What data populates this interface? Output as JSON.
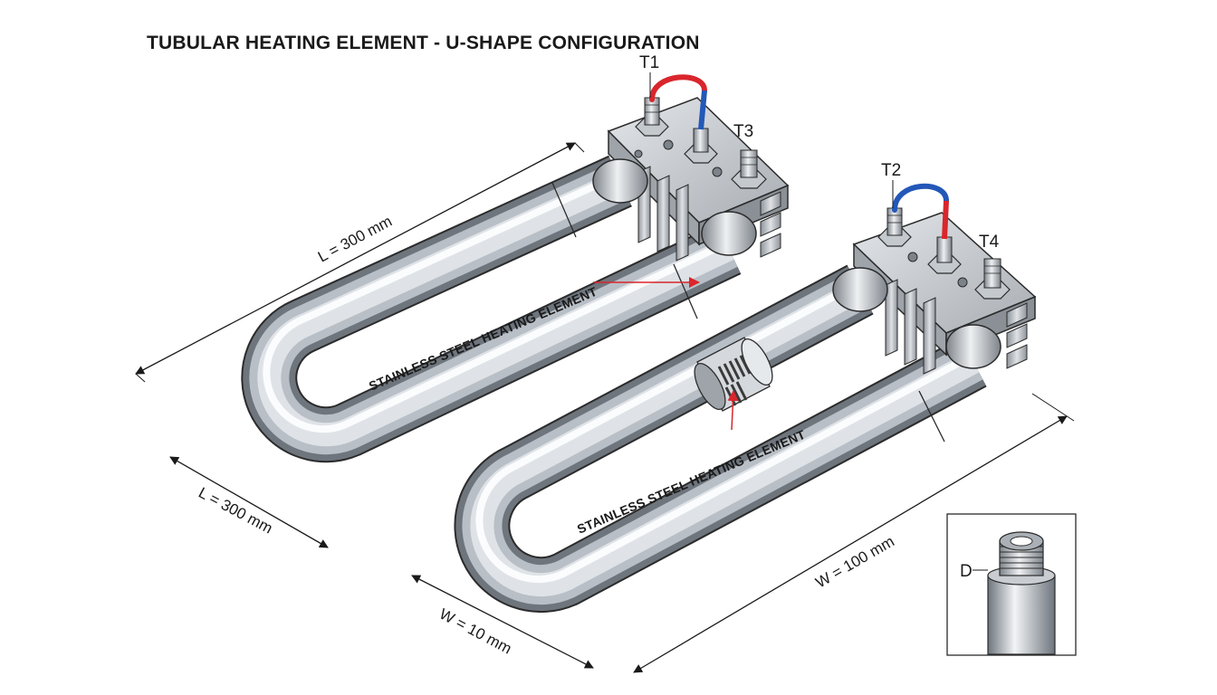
{
  "title": "TUBULAR HEATING ELEMENT - U-SHAPE CONFIGURATION",
  "terminals": {
    "t1": "T1",
    "t2": "T2",
    "t3": "T3",
    "t4": "T4"
  },
  "dimensions": {
    "length_top": "L = 300 mm",
    "length_left": "L = 300 mm",
    "width_small": "W = 10 mm",
    "width_large": "W = 100 mm",
    "diameter": "D"
  },
  "annotations": {
    "element_label_1": "STAINLESS STEEL HEATING ELEMENT",
    "element_label_2": "STAINLESS STEEL HEATING ELEMENT"
  },
  "colors": {
    "tube_light": "#f2f4f6",
    "tube_mid": "#b9bfc6",
    "tube_dark": "#6e757d",
    "outline": "#2b2b2b",
    "wire_red": "#d9262c",
    "wire_blue": "#2358b8",
    "arrow_red": "#d9262c",
    "block": "#c9cdd2"
  }
}
